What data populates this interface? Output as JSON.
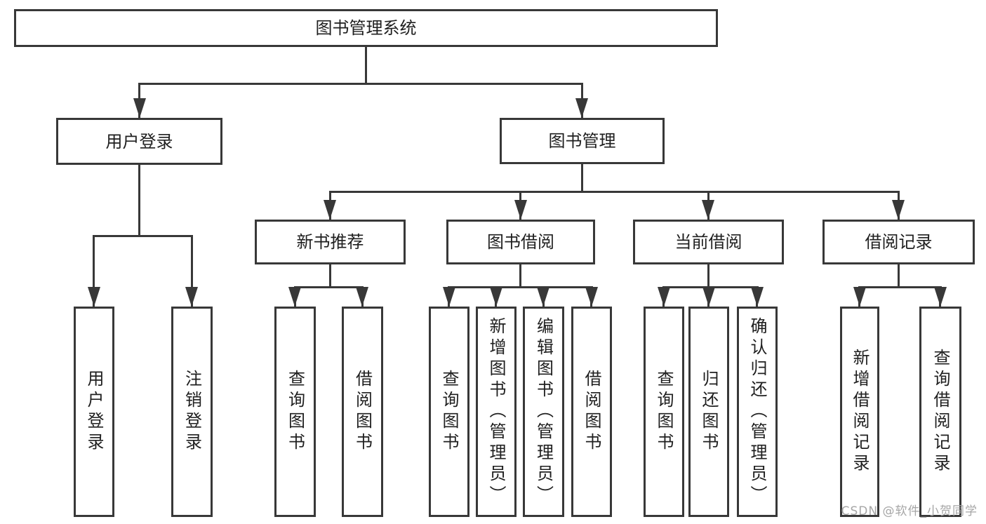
{
  "diagram_title": "图书管理系统",
  "colors": {
    "line": "#383838",
    "text": "#1f1f1f",
    "background": "#ffffff",
    "watermark": "#a6a6a6"
  },
  "tree": {
    "label": "图书管理系统",
    "children": [
      {
        "label": "用户登录",
        "children": [
          {
            "label": "用户登录"
          },
          {
            "label": "注销登录"
          }
        ]
      },
      {
        "label": "图书管理",
        "children": [
          {
            "label": "新书推荐",
            "children": [
              {
                "label": "查询图书"
              },
              {
                "label": "借阅图书"
              }
            ]
          },
          {
            "label": "图书借阅",
            "children": [
              {
                "label": "查询图书"
              },
              {
                "label": "新增图书（管理员）"
              },
              {
                "label": "编辑图书（管理员）"
              },
              {
                "label": "借阅图书"
              }
            ]
          },
          {
            "label": "当前借阅",
            "children": [
              {
                "label": "查询图书"
              },
              {
                "label": "归还图书"
              },
              {
                "label": "确认归还（管理员）"
              }
            ]
          },
          {
            "label": "借阅记录",
            "children": [
              {
                "label": "新增借阅记录"
              },
              {
                "label": "查询借阅记录"
              }
            ]
          }
        ]
      }
    ]
  },
  "watermark": "CSDN @软件_小贺同学"
}
